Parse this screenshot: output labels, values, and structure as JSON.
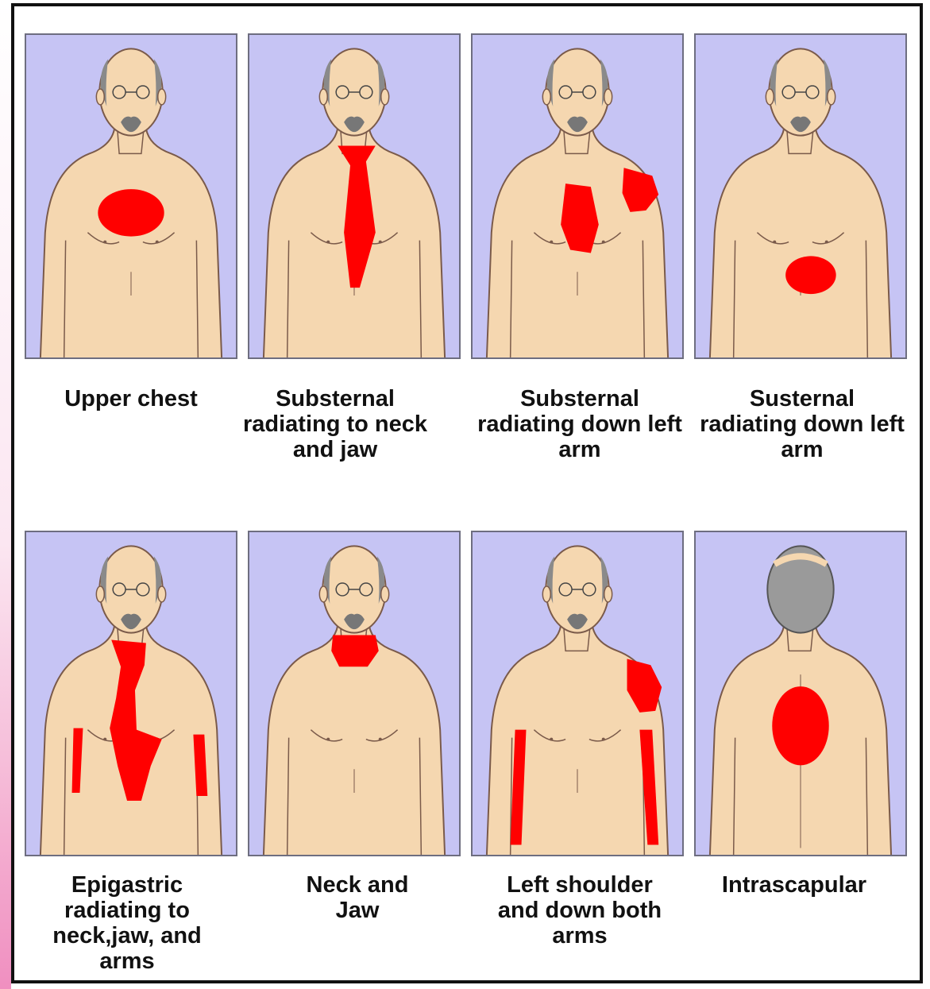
{
  "colors": {
    "panel_background": "#c6c4f4",
    "skin": "#f5d7b0",
    "pain": "#ff0000",
    "outline": "#7a5a4a",
    "frame": "#111111"
  },
  "panels": [
    {
      "label": "Upper chest",
      "pain_area": "upper-chest-oval",
      "view": "front"
    },
    {
      "label": "Substernal radiating to neck and jaw",
      "pain_area": "neck-to-sternum",
      "view": "front"
    },
    {
      "label": "Substernal radiating down left arm",
      "pain_area": "chest-and-left-shoulder",
      "view": "front"
    },
    {
      "label": "Susternal radiating down left arm",
      "pain_area": "epigastric-oval",
      "view": "front"
    },
    {
      "label": "Epigastric radiating to neck,jaw, and arms",
      "pain_area": "neck-chest-both-arms",
      "view": "front"
    },
    {
      "label": "Neck and Jaw",
      "pain_area": "neck-collar",
      "view": "front"
    },
    {
      "label": "Left shoulder and down both arms",
      "pain_area": "left-shoulder-both-arms",
      "view": "front"
    },
    {
      "label": "Intrascapular",
      "pain_area": "between-shoulder-blades",
      "view": "back"
    }
  ]
}
